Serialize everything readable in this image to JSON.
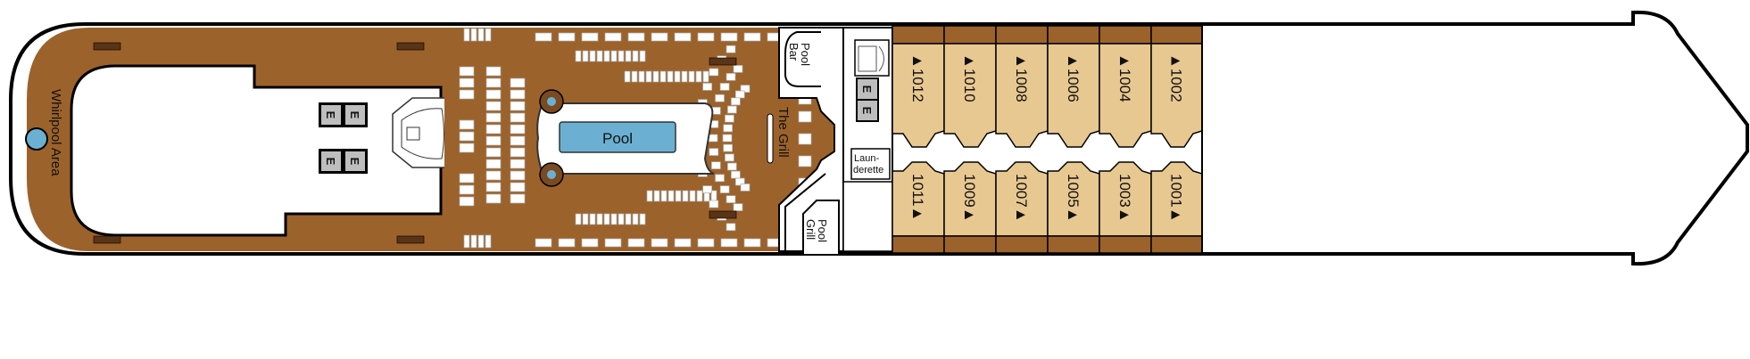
{
  "colors": {
    "deck": "#9C622B",
    "cabin": "#E8C891",
    "pool": "#6BB0D2",
    "elevator": "#BEBEBE",
    "outline": "#000000",
    "furniture": "#FFFFFF"
  },
  "labels": {
    "whirlpool": "Whirlpool Area",
    "pool": "Pool",
    "the_grill": "The Grill",
    "pool_bar_1": "Pool",
    "pool_bar_2": "Bar",
    "pool_grill_1": "Pool",
    "pool_grill_2": "Grill",
    "launderette_1": "Laun-",
    "launderette_2": "derette",
    "elevator": "E"
  },
  "cabins_top": [
    "▲1012",
    "▲1010",
    "▲1008",
    "▲1006",
    "▲1004",
    "▲1002"
  ],
  "cabins_bottom": [
    "1011▲",
    "1009▲",
    "1007▲",
    "1005▲",
    "1003▲",
    "1001▲"
  ]
}
